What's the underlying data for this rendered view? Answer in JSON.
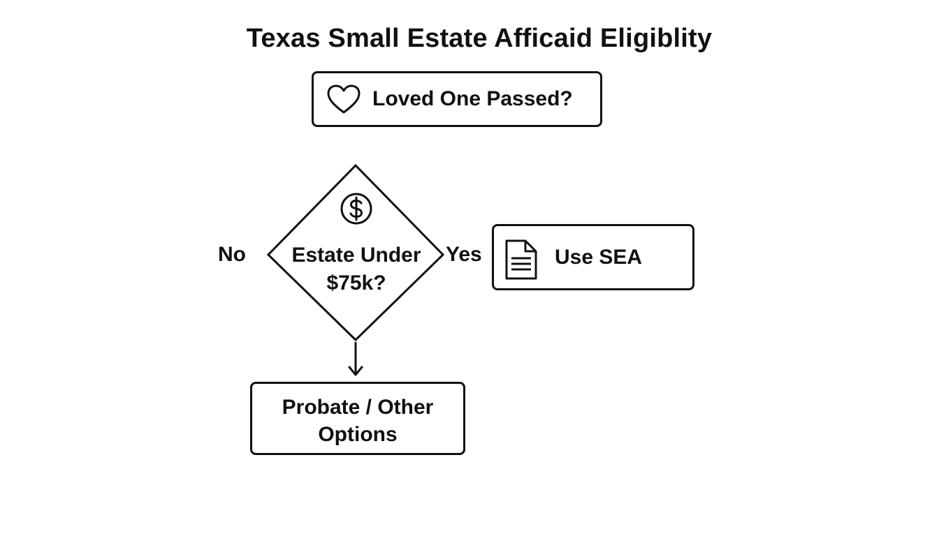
{
  "title": "Texas Small Estate Afficaid Eligiblity",
  "nodes": {
    "start": {
      "label": "Loved One Passed?",
      "icon": "heart-icon"
    },
    "decision": {
      "line1": "Estate Under",
      "line2": "$75k?",
      "icon": "dollar-icon"
    },
    "sea": {
      "label": "Use SEA",
      "icon": "document-icon"
    },
    "probate": {
      "line1": "Probate / Other",
      "line2": "Options"
    }
  },
  "edges": {
    "no": "No",
    "yes": "Yes"
  },
  "colors": {
    "stroke": "#111111",
    "background": "#ffffff"
  }
}
